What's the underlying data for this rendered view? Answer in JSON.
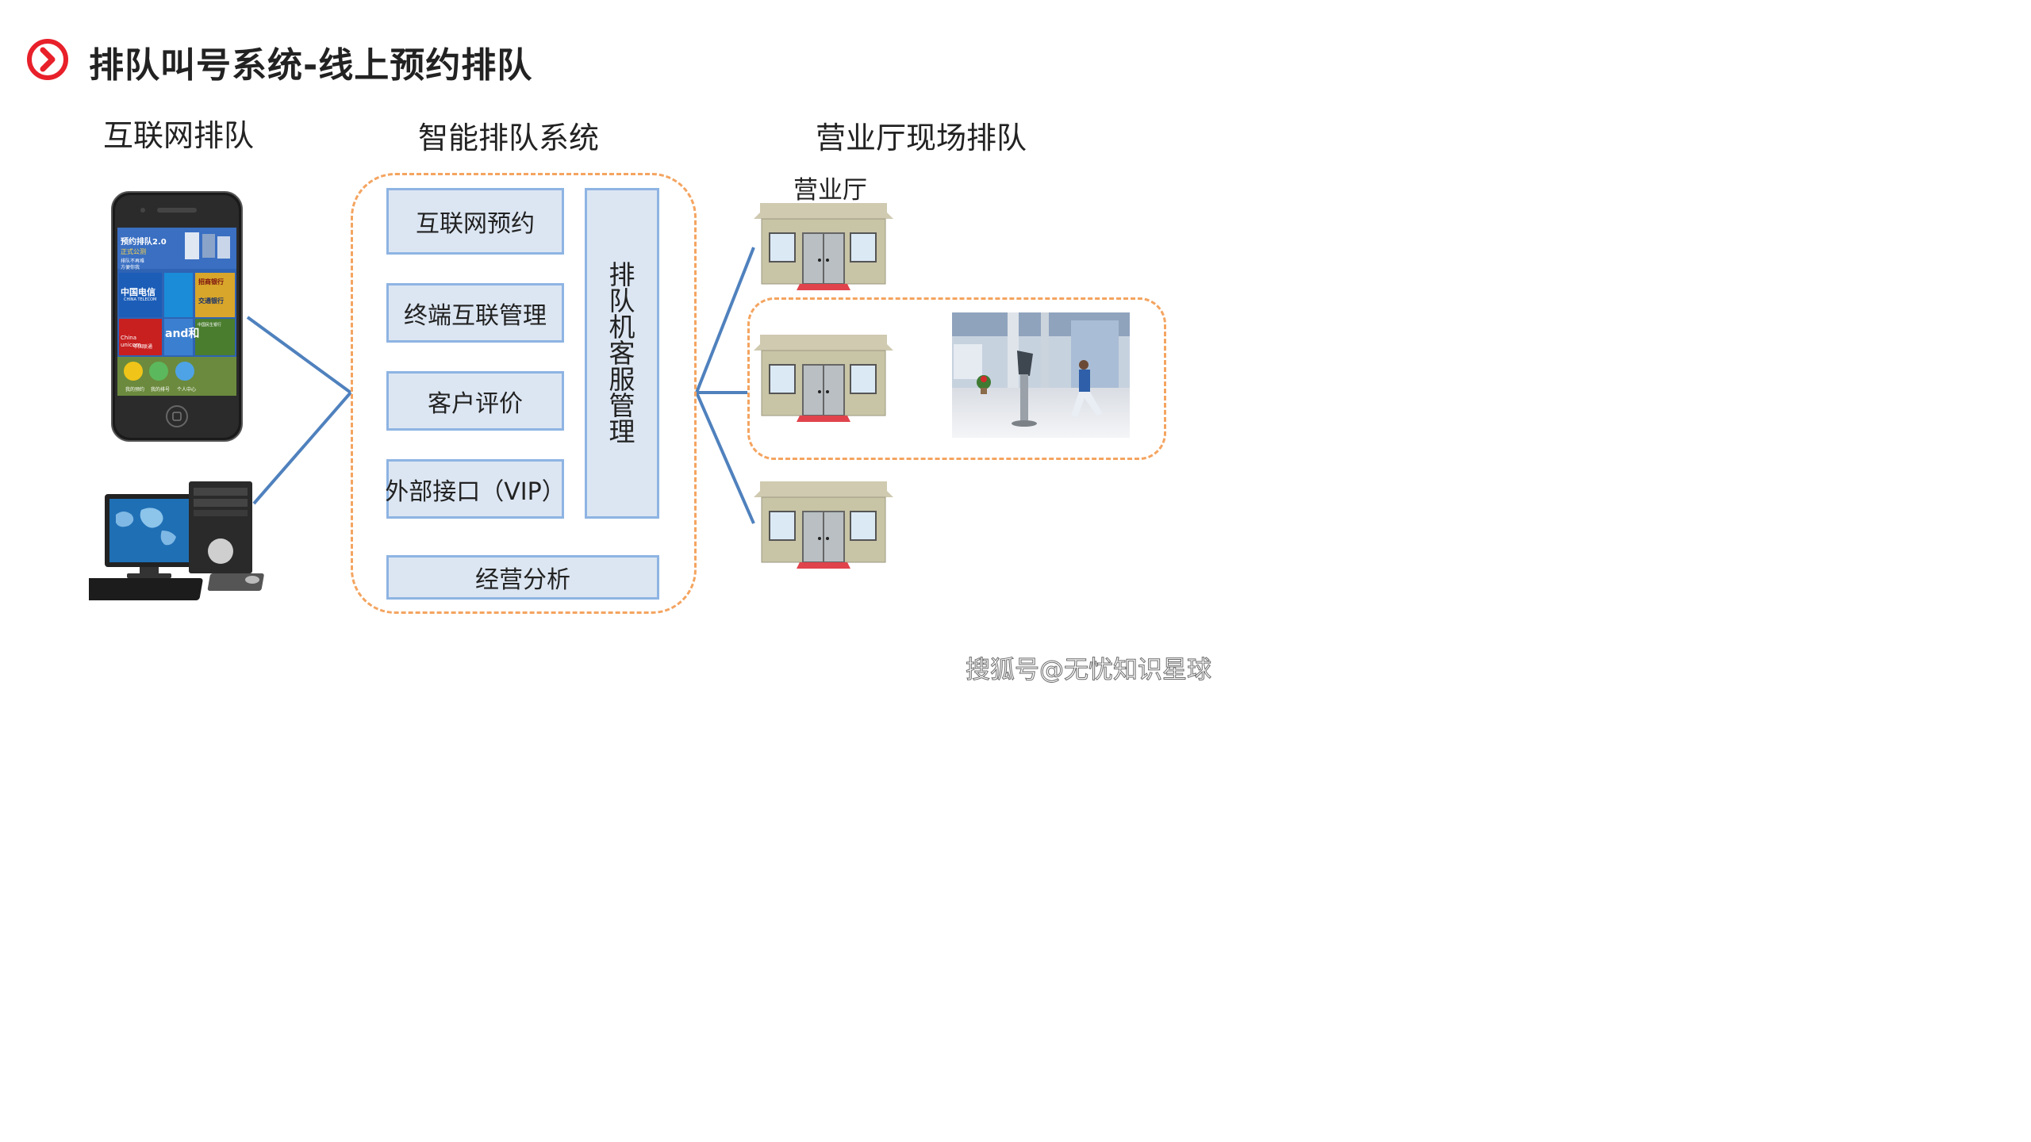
{
  "title": "排队叫号系统-线上预约排队",
  "columns": {
    "internet": "互联网排队",
    "smart": "智能排队系统",
    "hall": "营业厅现场排队"
  },
  "hall_label": "营业厅",
  "modules": {
    "internet_booking": "互联网预约",
    "terminal": "终端互联管理",
    "evaluation": "客户评价",
    "vip": "外部接口（VIP）",
    "kiosk_mgmt": "排队机客服管理",
    "analysis": "经营分析"
  },
  "phone_screen": {
    "banner_title": "预约排队2.0",
    "banner_sub": "正式公测",
    "banner_line1": "排队不再难",
    "banner_line2": "方便你我",
    "tile_telecom": "中国电信",
    "tile_telecom_en": "CHINA TELECOM",
    "tile_cmb": "招商银行",
    "tile_bocom": "交通银行",
    "tile_unicom_en": "China unicom",
    "tile_unicom": "中国联通",
    "tile_and": "and和",
    "tile_cmbc": "中国民生银行",
    "nav_1": "我的预约",
    "nav_2": "我的排号",
    "nav_3": "个人中心"
  },
  "watermark": "搜狐号@无忧知识星球",
  "colors": {
    "accent_red": "#e8202a",
    "box_fill": "#dce6f2",
    "box_border": "#8eb4e3",
    "connector": "#4f81bd",
    "dashed": "#f4a460"
  }
}
